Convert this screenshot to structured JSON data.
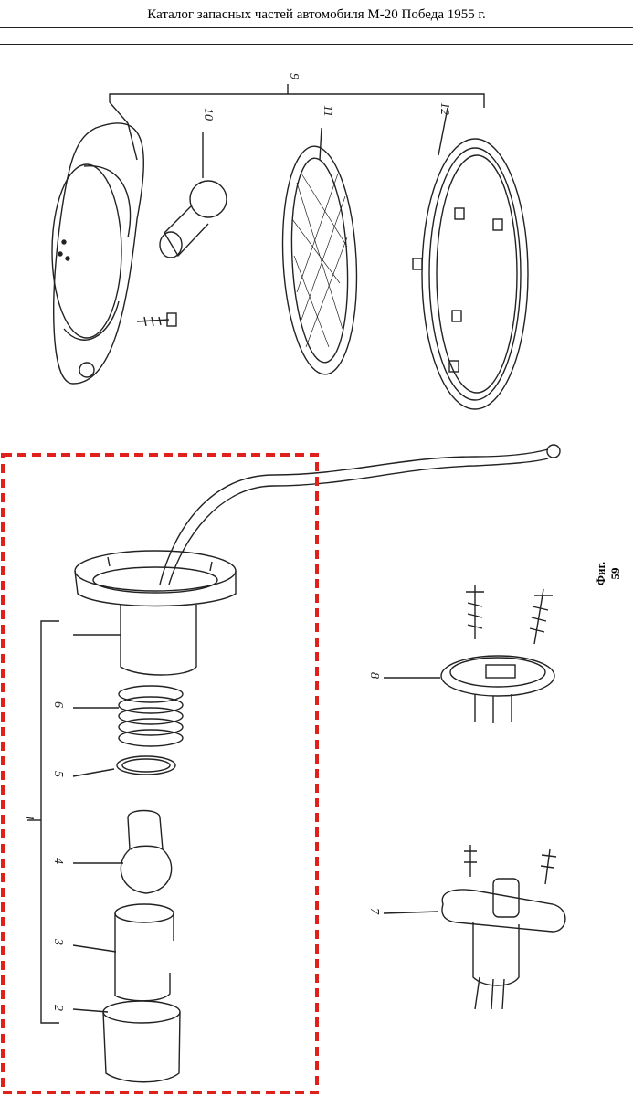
{
  "header": {
    "title": "Каталог запасных частей автомобиля М-20 Победа 1955 г."
  },
  "figure": {
    "label": "Фиг. 59"
  },
  "callouts": {
    "n1": "1",
    "n2": "2",
    "n3": "3",
    "n4": "4",
    "n5": "5",
    "n6": "6",
    "n7": "7",
    "n8": "8",
    "n9": "9",
    "n10": "10",
    "n11": "11",
    "n12": "12"
  },
  "highlight": {
    "color": "#e0201b"
  }
}
